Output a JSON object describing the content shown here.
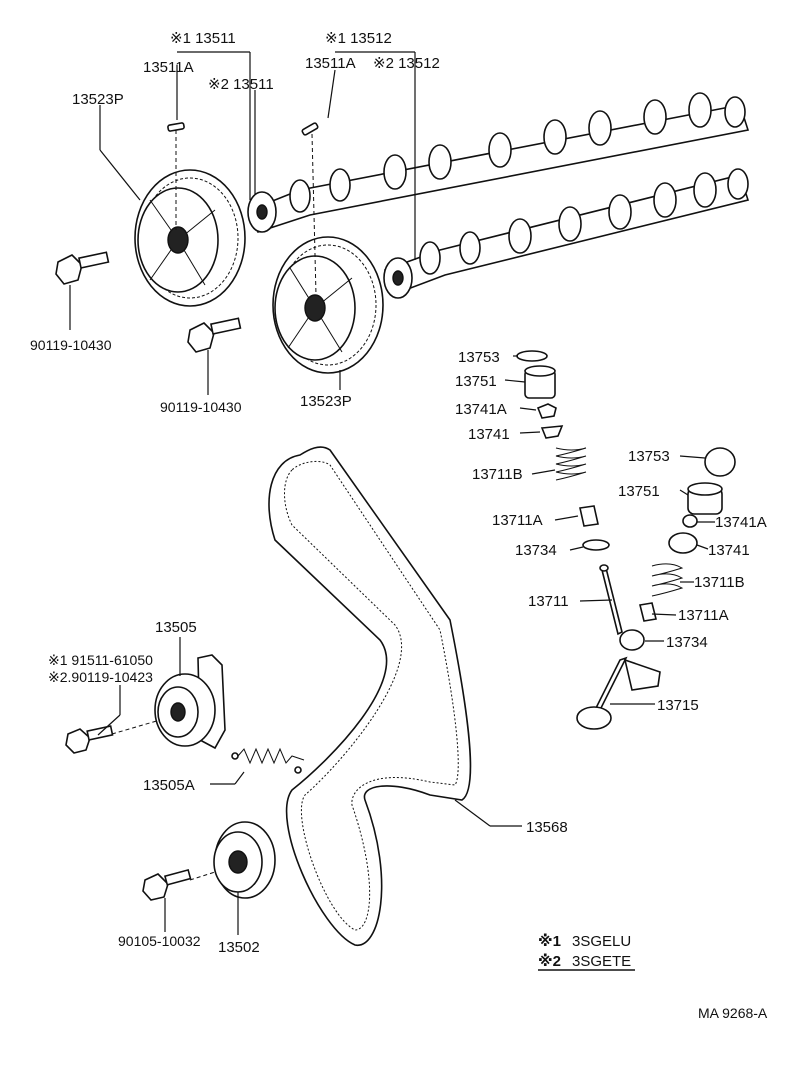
{
  "diagram_ref": "MA 9268-A",
  "callouts": {
    "c_13511": "※1 13511",
    "c_13511a": "13511A",
    "c_13511_2": "※2 13511",
    "c_13512": "※1 13512",
    "c_13511a_b": "13511A",
    "c_13512_2": "※2 13512",
    "c_13523p_a": "13523P",
    "c_13523p_b": "13523P",
    "c_90119_a": "90119-10430",
    "c_90119_b": "90119-10430",
    "c_13753_a": "13753",
    "c_13751_a": "13751",
    "c_13741a_a": "13741A",
    "c_13741_a": "13741",
    "c_13711b_a": "13711B",
    "c_13711a_a": "13711A",
    "c_13734_a": "13734",
    "c_13711": "13711",
    "c_13753_b": "13753",
    "c_13751_b": "13751",
    "c_13741a_b": "13741A",
    "c_13741_b": "13741",
    "c_13711b_b": "13711B",
    "c_13711a_b": "13711A",
    "c_13734_b": "13734",
    "c_13715": "13715",
    "c_13505": "13505",
    "c_91511": "※1 91511-61050",
    "c_90119_10423": "※2.90119-10423",
    "c_13505a": "13505A",
    "c_13568": "13568",
    "c_90105": "90105-10032",
    "c_13502": "13502"
  },
  "legend": [
    {
      "mark": "※1",
      "text": "3SGELU"
    },
    {
      "mark": "※2",
      "text": "3SGETE"
    }
  ]
}
